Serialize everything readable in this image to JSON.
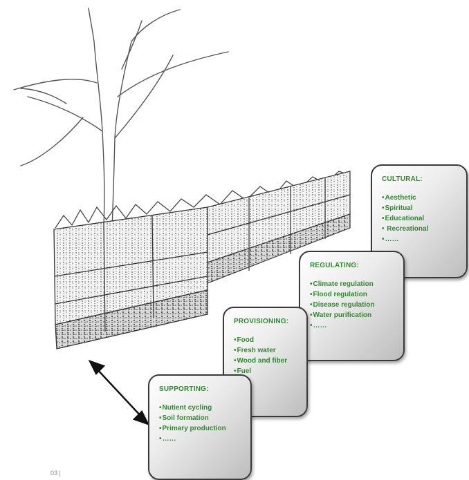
{
  "cards": {
    "cultural": {
      "title": "CULTURAL:",
      "items": [
        "Aesthetic",
        "Spiritual",
        "Educational",
        " Recreational",
        "……"
      ]
    },
    "regulating": {
      "title": "REGULATING:",
      "items": [
        "Climate regulation",
        "Flood regulation",
        "Disease regulation",
        "Water purification",
        "……"
      ]
    },
    "provisioning": {
      "title": "PROVISIONING:",
      "items": [
        "Food",
        "Fresh water",
        "Wood and fiber",
        "Fuel",
        "……"
      ]
    },
    "supporting": {
      "title": "SUPPORTING:",
      "items": [
        "Nutient cycling",
        "Soil formation",
        "Primary production",
        "……"
      ]
    }
  },
  "footer": {
    "label": "03 |"
  },
  "colors": {
    "text_green": "#2f8a2f",
    "card_border": "#3a3a3a",
    "sketch": "#444444"
  },
  "icons": {
    "arrow": "double-headed-arrow"
  }
}
